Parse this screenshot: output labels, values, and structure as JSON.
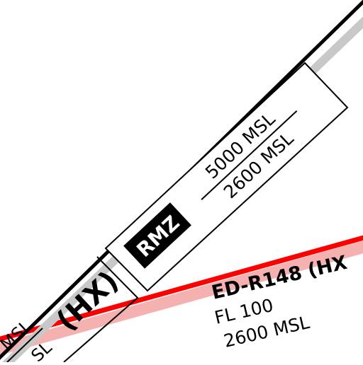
{
  "airspace_rmz": {
    "badge": "RMZ",
    "upper_limit": "5000 MSL",
    "lower_limit": "2600 MSL",
    "adjacent_class": "(HX)",
    "partial_lower_left_top": "MSL",
    "partial_lower_left_bottom": "SL"
  },
  "restricted_area": {
    "name": "ED-R148 (HX",
    "upper_limit": "FL 100",
    "lower_limit": "2600 MSL"
  },
  "colors": {
    "boundary": "#000000",
    "boundary_shadow": "#c8c8c8",
    "restricted_line": "#ff0000",
    "restricted_band": "#f5b0b0",
    "background": "#ffffff"
  }
}
